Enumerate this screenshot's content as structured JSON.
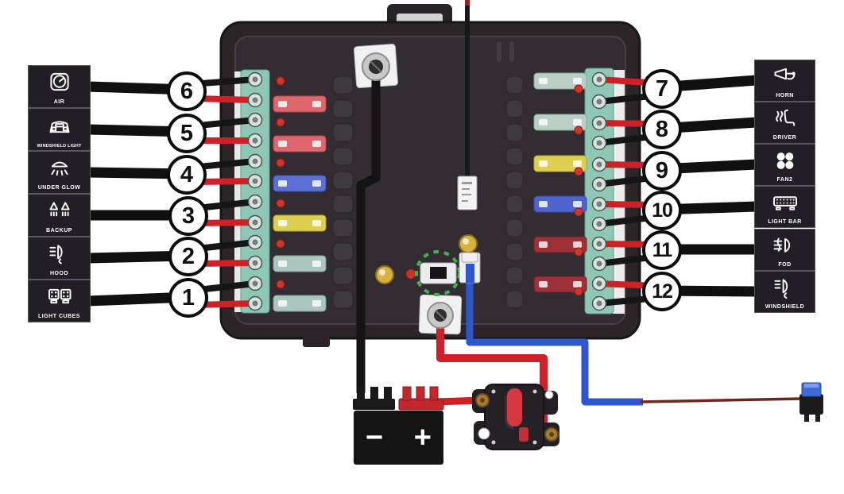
{
  "left_circuits": [
    {
      "number": "6",
      "label": "AIR",
      "icon": "pressure-gauge-icon",
      "fuse_color": "red"
    },
    {
      "number": "5",
      "label": "WINDSHIELD LIGHT",
      "icon": "roof-light-bar-icon",
      "fuse_color": "red"
    },
    {
      "number": "4",
      "label": "UNDER GLOW",
      "icon": "under-glow-icon",
      "fuse_color": "blue"
    },
    {
      "number": "3",
      "label": "BACKUP",
      "icon": "backup-lights-icon",
      "fuse_color": "yellow"
    },
    {
      "number": "2",
      "label": "HOOD",
      "icon": "hood-light-icon",
      "fuse_color": "tan"
    },
    {
      "number": "1",
      "label": "LIGHT CUBES",
      "icon": "light-cubes-icon",
      "fuse_color": "tan"
    }
  ],
  "right_circuits": [
    {
      "number": "7",
      "label": "HORN",
      "icon": "horn-icon",
      "fuse_color": "tan"
    },
    {
      "number": "8",
      "label": "DRIVER",
      "icon": "heated-seat-icon",
      "fuse_color": "tan"
    },
    {
      "number": "9",
      "label": "FAN2",
      "icon": "fan-icon",
      "fuse_color": "yellow"
    },
    {
      "number": "10",
      "label": "LIGHT BAR",
      "icon": "light-bar-icon",
      "fuse_color": "blue"
    },
    {
      "number": "11",
      "label": "FOD",
      "icon": "fog-light-icon",
      "fuse_color": "dark-red"
    },
    {
      "number": "12",
      "label": "WINDSHIELD",
      "icon": "windshield-light-icon",
      "fuse_color": "dark-red"
    }
  ],
  "battery": {
    "negative": "−",
    "positive": "+"
  },
  "fuses_left_top_to_bottom": [
    "red",
    "red",
    "blue",
    "yellow",
    "tan",
    "tan"
  ],
  "fuses_right_top_to_bottom": [
    "tan",
    "tan",
    "yellow",
    "blue",
    "dark-red",
    "dark-red"
  ],
  "colors": {
    "case": "#2b2528",
    "terminal_block": "#8ec7b5",
    "wire_red": "#ce2127",
    "wire_black": "#161616",
    "wire_blue": "#2e57cd",
    "trigger_tap_wire": "#6f261e",
    "fuse_red": "#e0666e",
    "fuse_blue": "#5b6fd6",
    "fuse_yellow": "#dccf52",
    "fuse_tan": "#aac6bd",
    "fuse_dark_red": "#9e3038",
    "led_red": "#d4352b",
    "led_yellow": "#d9b13f",
    "switch_ring_green": "#3db54d"
  }
}
